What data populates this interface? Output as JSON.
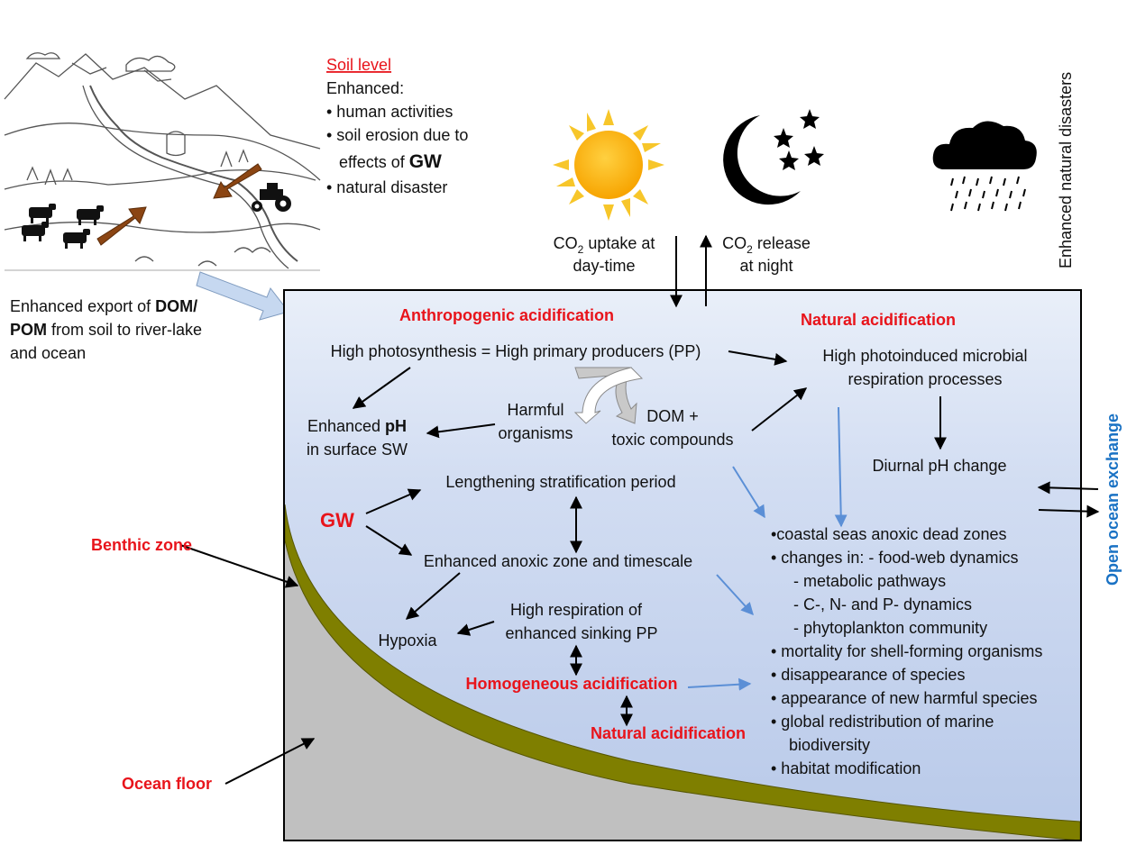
{
  "soil_box": {
    "title": "Soil level",
    "intro": "Enhanced:",
    "items": [
      "• human activities",
      "• soil erosion due to",
      "effects of ",
      "GW",
      "• natural disaster"
    ]
  },
  "export_text": {
    "line1_a": "Enhanced export of ",
    "line1_b": "DOM/",
    "line2_a": "POM",
    "line2_b": " from soil to river-lake",
    "line3": "and ocean"
  },
  "co2_day": {
    "pre": "CO",
    "sub": "2",
    "post": " uptake at",
    "line2": "day-time"
  },
  "co2_night": {
    "pre": "CO",
    "sub": "2",
    "post": " release",
    "line2": "at night"
  },
  "natural_disasters": "Enhanced natural disasters",
  "open_ocean": "Open ocean exchange",
  "headings": {
    "anthropogenic": "Anthropogenic acidification",
    "natural_top": "Natural acidification",
    "homogeneous": "Homogeneous acidification",
    "natural_bottom": "Natural acidification",
    "gw": "GW",
    "benthic": "Benthic zone",
    "ocean_floor": "Ocean floor"
  },
  "nodes": {
    "photosynthesis": "High photosynthesis = High primary producers (PP)",
    "photoinduced_1": "High photoinduced  microbial",
    "photoinduced_2": "respiration processes",
    "harmful_1": "Harmful",
    "harmful_2": "organisms",
    "dom_1": "DOM +",
    "dom_2": "toxic compounds",
    "ph_1a": "Enhanced ",
    "ph_1b": "pH",
    "ph_2": "in surface SW",
    "diurnal": "Diurnal pH change",
    "stratification": "Lengthening stratification period",
    "anoxic": "Enhanced anoxic zone and timescale",
    "hypoxia": "Hypoxia",
    "respiration_1": "High respiration  of",
    "respiration_2": "enhanced sinking PP"
  },
  "impacts": [
    "•coastal seas anoxic dead zones",
    "• changes in: - food-web dynamics",
    "- metabolic pathways",
    "- C-, N- and P- dynamics",
    "- phytoplankton community",
    "• mortality for shell-forming organisms",
    "• disappearance of species",
    "• appearance of new harmful species",
    "•  global redistribution of marine",
    "biodiversity",
    "• habitat modification"
  ]
}
